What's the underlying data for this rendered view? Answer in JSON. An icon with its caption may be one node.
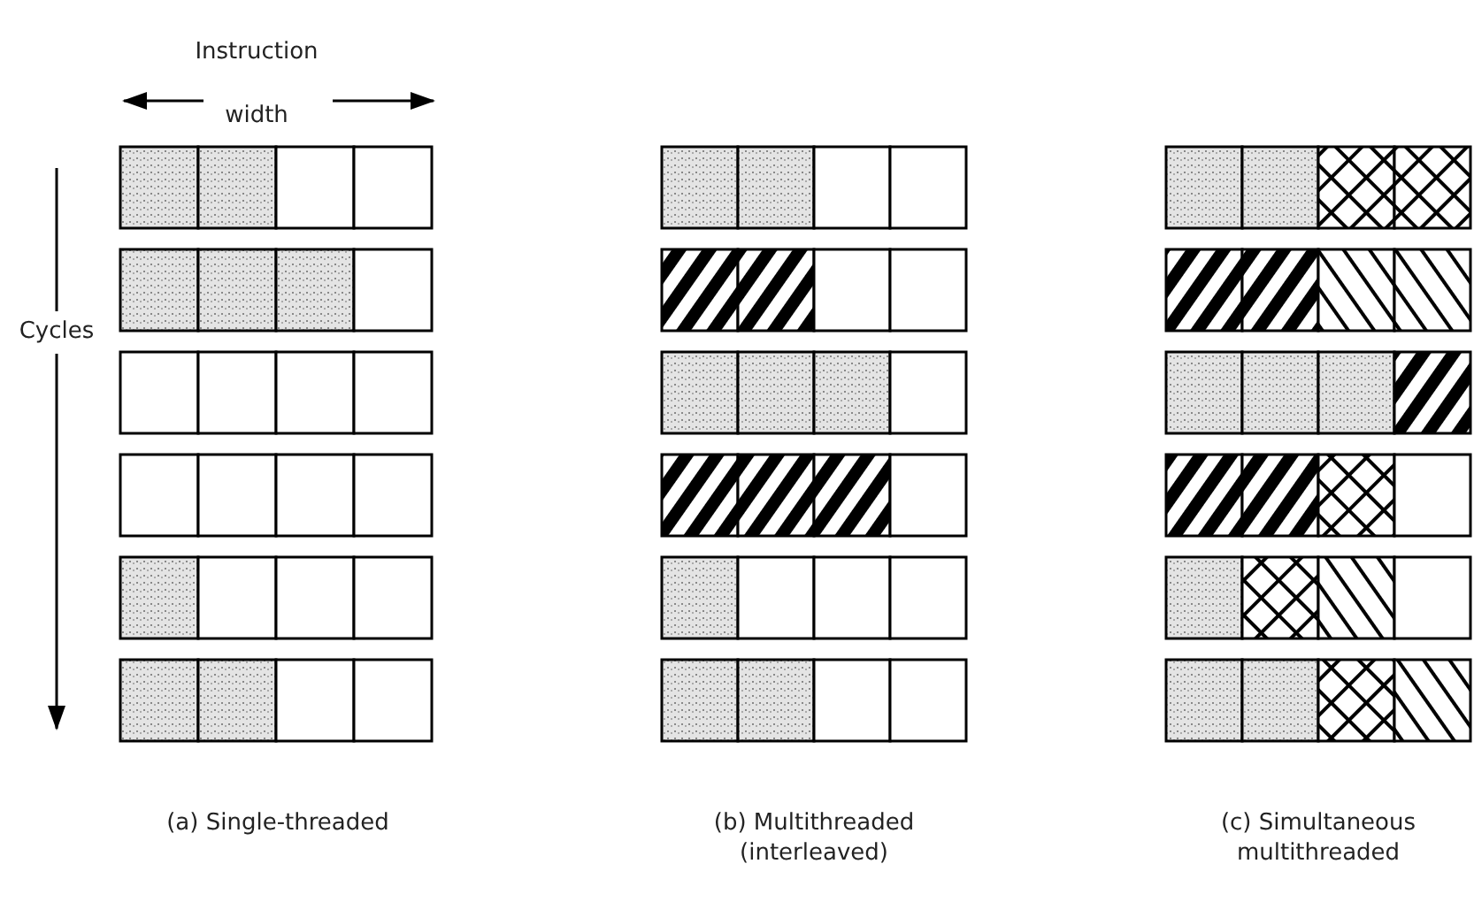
{
  "diagram": {
    "labels": [
      "Instruction width",
      "Cycles",
      "(a) Single-threaded",
      "(b) Multithreaded (interleaved)",
      "(c) Simultaneous multithreaded"
    ]
  }
}
